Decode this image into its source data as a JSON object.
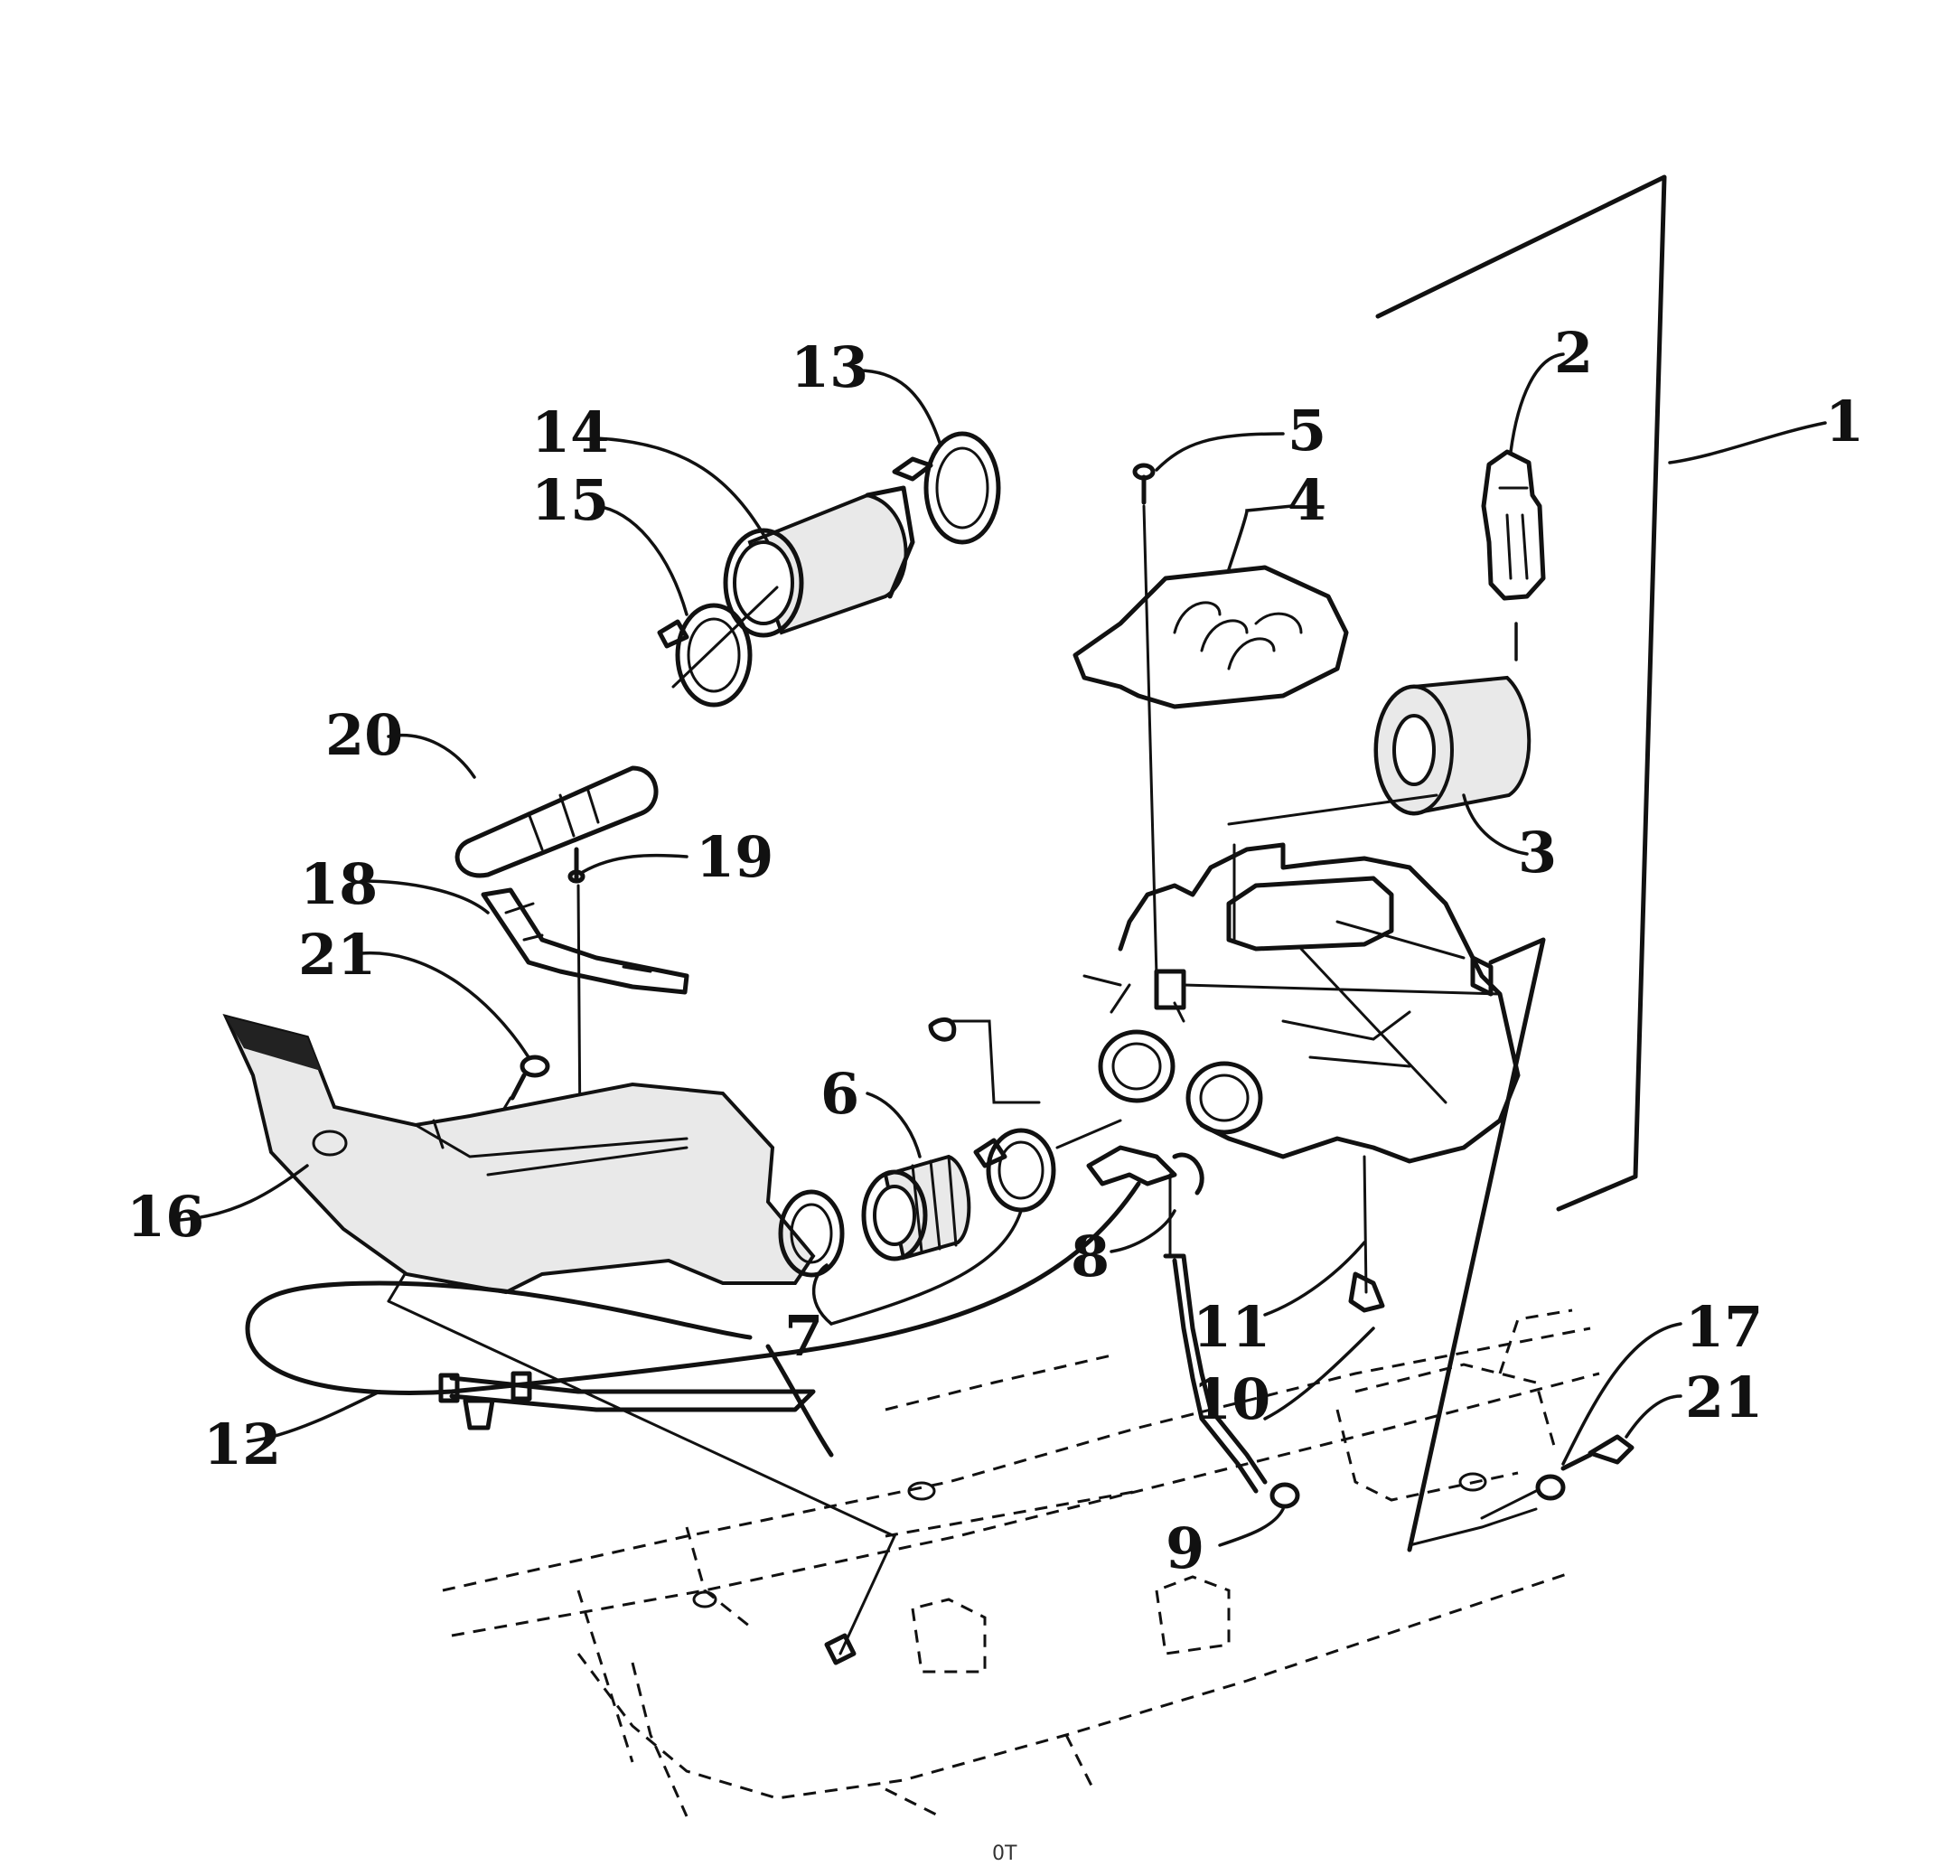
{
  "diagram": {
    "callouts": [
      {
        "id": "c1",
        "label": "1"
      },
      {
        "id": "c2",
        "label": "2"
      },
      {
        "id": "c3",
        "label": "3"
      },
      {
        "id": "c4",
        "label": "4"
      },
      {
        "id": "c5",
        "label": "5"
      },
      {
        "id": "c6",
        "label": "6"
      },
      {
        "id": "c7",
        "label": "7"
      },
      {
        "id": "c8",
        "label": "8"
      },
      {
        "id": "c9",
        "label": "9"
      },
      {
        "id": "c10",
        "label": "10"
      },
      {
        "id": "c11",
        "label": "11"
      },
      {
        "id": "c12",
        "label": "12"
      },
      {
        "id": "c13",
        "label": "13"
      },
      {
        "id": "c14",
        "label": "14"
      },
      {
        "id": "c15",
        "label": "15"
      },
      {
        "id": "c16",
        "label": "16"
      },
      {
        "id": "c17",
        "label": "17"
      },
      {
        "id": "c18",
        "label": "18"
      },
      {
        "id": "c19",
        "label": "19"
      },
      {
        "id": "c20",
        "label": "20"
      },
      {
        "id": "c21a",
        "label": "21"
      },
      {
        "id": "c21b",
        "label": "21"
      }
    ],
    "footer_mark": "0T"
  }
}
